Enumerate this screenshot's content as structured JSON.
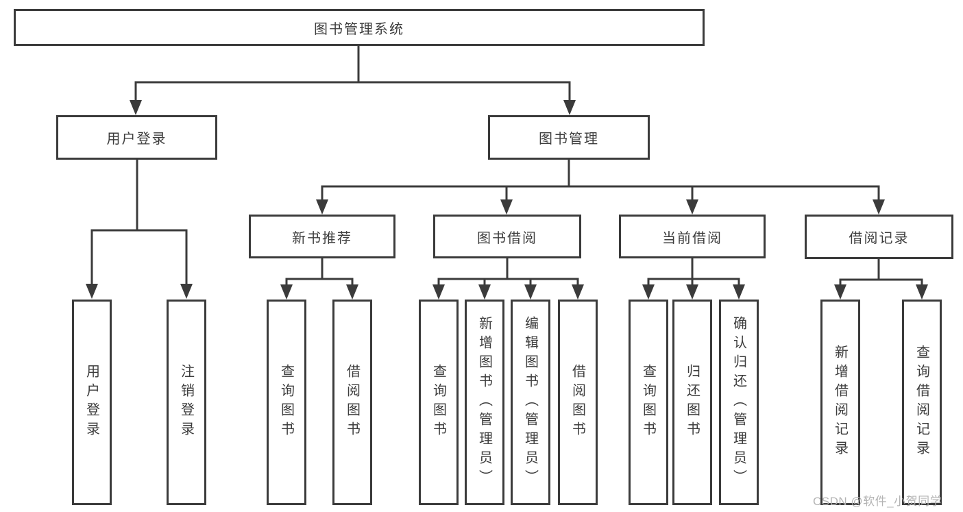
{
  "colors": {
    "line": "#3b3b3b",
    "text": "#3d3d3d",
    "box_background": "#ffffff",
    "watermark": "#b4b4b4",
    "background": "#ffffff"
  },
  "tree": {
    "root": {
      "label": "图书管理系统"
    },
    "branches": [
      {
        "label": "用户登录",
        "leaves": [
          {
            "label": "用户登录"
          },
          {
            "label": "注销登录"
          }
        ]
      },
      {
        "label": "图书管理",
        "groups": [
          {
            "label": "新书推荐",
            "leaves": [
              {
                "label": "查询图书"
              },
              {
                "label": "借阅图书"
              }
            ]
          },
          {
            "label": "图书借阅",
            "leaves": [
              {
                "label": "查询图书"
              },
              {
                "label": "新增图书（管理员）"
              },
              {
                "label": "编辑图书（管理员）"
              },
              {
                "label": "借阅图书"
              }
            ]
          },
          {
            "label": "当前借阅",
            "leaves": [
              {
                "label": "查询图书"
              },
              {
                "label": "归还图书"
              },
              {
                "label": "确认归还（管理员）"
              }
            ]
          },
          {
            "label": "借阅记录",
            "leaves": [
              {
                "label": "新增借阅记录"
              },
              {
                "label": "查询借阅记录"
              }
            ]
          }
        ]
      }
    ]
  },
  "watermark": {
    "text": "CSDN @软件_小贺同学"
  }
}
